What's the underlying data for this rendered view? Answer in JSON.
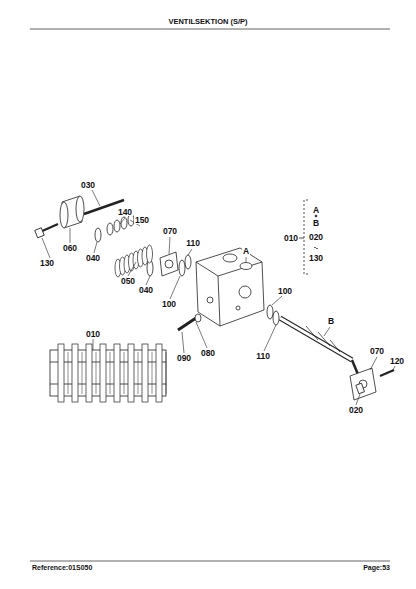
{
  "diagram": {
    "title": "VENTILSEKTION (S/P)",
    "labels": [
      "030",
      "140",
      "150",
      "070",
      "110",
      "A",
      "010",
      "A",
      "B",
      "020",
      "130",
      "060",
      "130",
      "040",
      "050",
      "040",
      "100",
      "100",
      "090",
      "080",
      "110",
      "B",
      "070",
      "120",
      "020",
      "010",
      "Reference:01S050",
      "Page:53"
    ]
  }
}
